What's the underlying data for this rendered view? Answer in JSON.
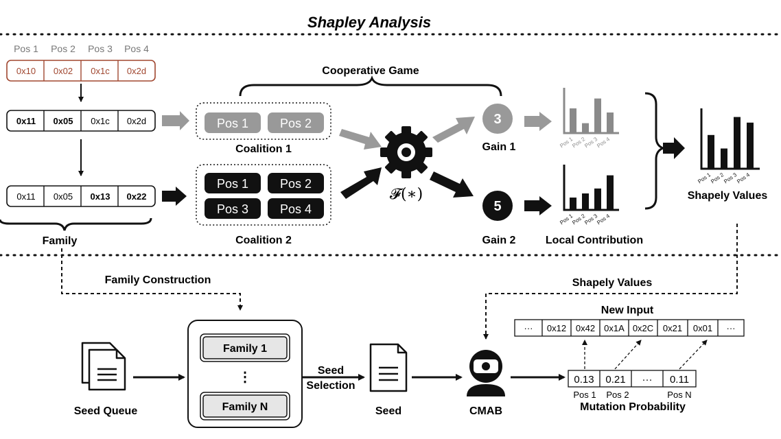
{
  "title": "Shapley Analysis",
  "pos_labels": [
    "Pos 1",
    "Pos 2",
    "Pos 3",
    "Pos 4"
  ],
  "original_bytes": [
    "0x10",
    "0x02",
    "0x1c",
    "0x2d"
  ],
  "family_member_1": [
    "0x11",
    "0x05",
    "0x1c",
    "0x2d"
  ],
  "family_member_2": [
    "0x11",
    "0x05",
    "0x13",
    "0x22"
  ],
  "family_label": "Family",
  "cooperative_game_label": "Cooperative Game",
  "coalition_1": {
    "label": "Coalition 1",
    "items": [
      "Pos 1",
      "Pos 2"
    ]
  },
  "coalition_2": {
    "label": "Coalition 2",
    "items": [
      "Pos 1",
      "Pos 2",
      "Pos 3",
      "Pos 4"
    ]
  },
  "function_label": "𝓕(∗)",
  "gain_1": {
    "value": "3",
    "label": "Gain 1"
  },
  "gain_2": {
    "value": "5",
    "label": "Gain 2"
  },
  "local_contribution_label": "Local Contribution",
  "shapely_values_label": "Shapely Values",
  "bar_charts": {
    "categories": [
      "Pos 1",
      "Pos 2",
      "Pos 3",
      "Pos 4"
    ],
    "gain_1_values": [
      3.0,
      1.2,
      4.2,
      2.5
    ],
    "gain_2_values": [
      1.5,
      2.0,
      2.6,
      4.2
    ],
    "shapely_values": [
      3.0,
      1.8,
      4.6,
      4.1
    ],
    "ylim": [
      0,
      5
    ]
  },
  "family_construction_label": "Family Construction",
  "shapely_values_arrow_label": "Shapely Values",
  "new_input_label": "New Input",
  "new_input_bytes": [
    "···",
    "0x12",
    "0x42",
    "0x1A",
    "0x2C",
    "0x21",
    "0x01",
    "···"
  ],
  "mutation_probs": [
    "0.13",
    "0.21",
    "···",
    "0.11"
  ],
  "mutation_pos_labels": [
    "Pos 1",
    "Pos 2",
    "Pos N"
  ],
  "mutation_probability_label": "Mutation Probability",
  "seed_queue_label": "Seed Queue",
  "family_list": {
    "first": "Family 1",
    "dots": "⋮",
    "last": "Family N"
  },
  "seed_selection_label": [
    "Seed",
    "Selection"
  ],
  "seed_label": "Seed",
  "cmab_label": "CMAB"
}
